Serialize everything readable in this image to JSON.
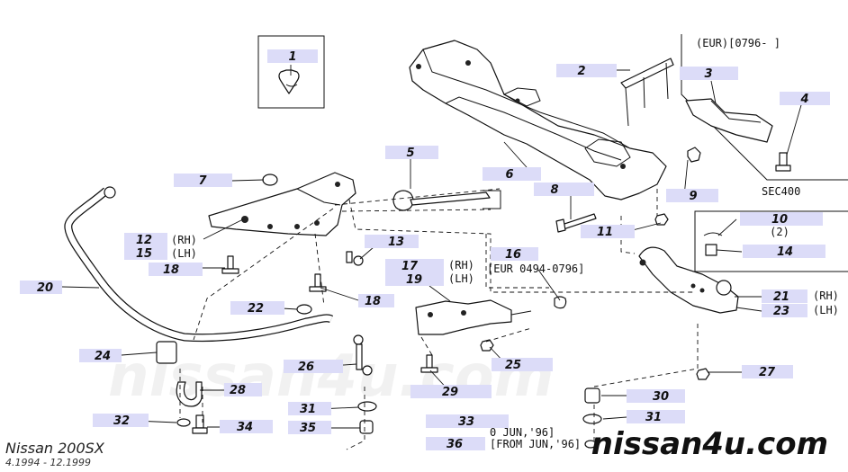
{
  "footer": {
    "model": "Nissan 200SX",
    "years": "4.1994 - 12.1999"
  },
  "watermarks": {
    "background": "nissan4u.com",
    "foreground": "nissan4u.com"
  },
  "notes": {
    "eur_0796": "(EUR)[0796-    ]",
    "sec400": "SEC400",
    "eur_0494_0796": "[EUR 0494-0796]",
    "before_jun96": "0 JUN,'96]",
    "from_jun96": "[FROM JUN,'96]"
  },
  "callouts": [
    {
      "num": "1"
    },
    {
      "num": "2"
    },
    {
      "num": "3"
    },
    {
      "num": "4"
    },
    {
      "num": "5"
    },
    {
      "num": "6"
    },
    {
      "num": "7"
    },
    {
      "num": "8"
    },
    {
      "num": "9"
    },
    {
      "num": "10",
      "extra": "(2)"
    },
    {
      "num": "11"
    },
    {
      "num": "12",
      "side": "(RH)"
    },
    {
      "num": "13"
    },
    {
      "num": "14"
    },
    {
      "num": "15",
      "side": "(LH)"
    },
    {
      "num": "16"
    },
    {
      "num": "17",
      "side": "(RH)"
    },
    {
      "num": "18"
    },
    {
      "num": "18"
    },
    {
      "num": "19",
      "side": "(LH)"
    },
    {
      "num": "20"
    },
    {
      "num": "21",
      "side": "(RH)"
    },
    {
      "num": "22"
    },
    {
      "num": "23",
      "side": "(LH)"
    },
    {
      "num": "24"
    },
    {
      "num": "25"
    },
    {
      "num": "26"
    },
    {
      "num": "27"
    },
    {
      "num": "28"
    },
    {
      "num": "29"
    },
    {
      "num": "30"
    },
    {
      "num": "31"
    },
    {
      "num": "31"
    },
    {
      "num": "32"
    },
    {
      "num": "33"
    },
    {
      "num": "34"
    },
    {
      "num": "35"
    },
    {
      "num": "36"
    }
  ],
  "colors": {
    "callout_fill": "#dcdcf8",
    "line": "#111111",
    "background": "#ffffff"
  }
}
